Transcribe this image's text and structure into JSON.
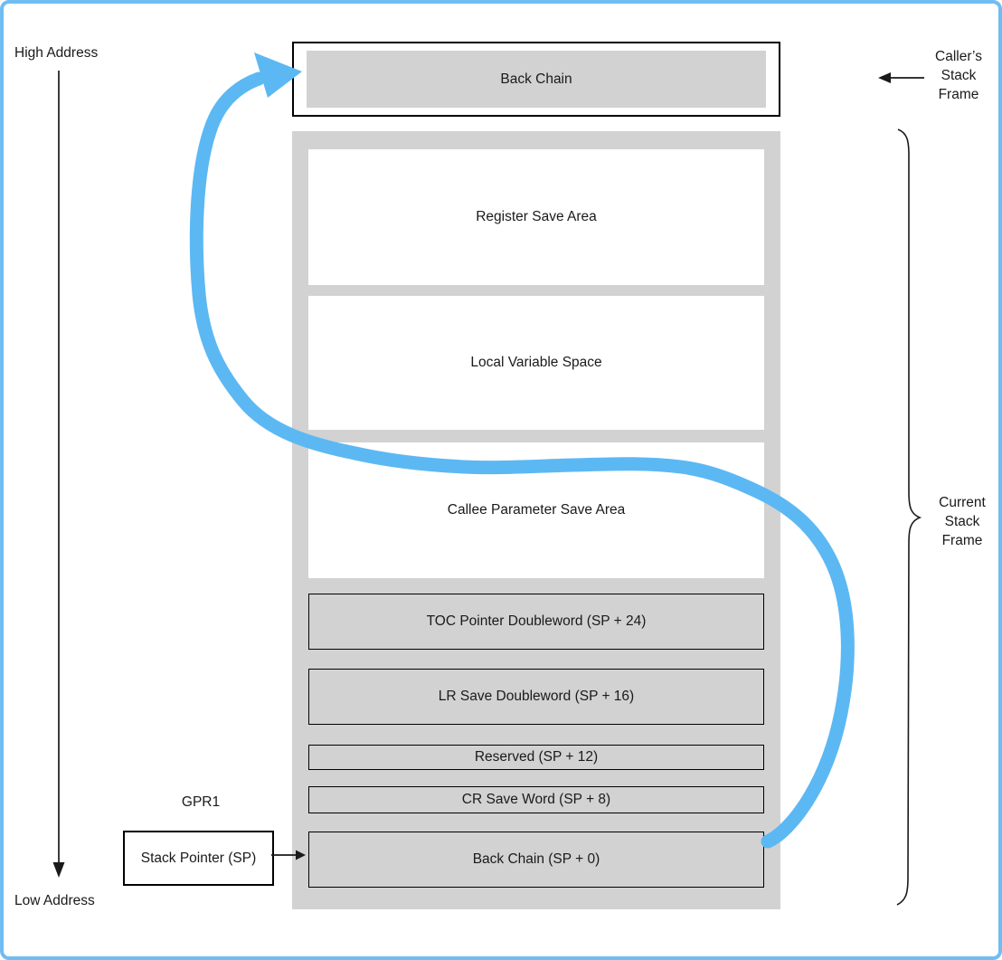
{
  "labels": {
    "high_address": "High Address",
    "low_address": "Low Address",
    "gpr1": "GPR1"
  },
  "caller_frame": {
    "box_label": "Back Chain",
    "side_label_lines": [
      "Caller’s",
      "Stack",
      "Frame"
    ]
  },
  "current_frame": {
    "side_label_lines": [
      "Current",
      "Stack",
      "Frame"
    ],
    "rows": [
      {
        "label": "Register Save Area",
        "fill": "white"
      },
      {
        "label": "Local Variable Space",
        "fill": "white"
      },
      {
        "label": "Callee Parameter Save Area",
        "fill": "white"
      },
      {
        "label": "TOC Pointer Doubleword (SP + 24)",
        "fill": "gray"
      },
      {
        "label": "LR Save Doubleword (SP + 16)",
        "fill": "gray"
      },
      {
        "label": "Reserved (SP + 12)",
        "fill": "gray"
      },
      {
        "label": "CR Save Word (SP + 8)",
        "fill": "gray"
      },
      {
        "label": "Back Chain (SP + 0)",
        "fill": "gray"
      }
    ]
  },
  "stack_pointer": {
    "label": "Stack Pointer (SP)"
  },
  "colors": {
    "frame_gray": "#d2d2d2",
    "back_chain_arrow_blue": "#5cb8f3",
    "page_border_blue": "#6fbdf3",
    "line_black": "#1a1a1a"
  }
}
